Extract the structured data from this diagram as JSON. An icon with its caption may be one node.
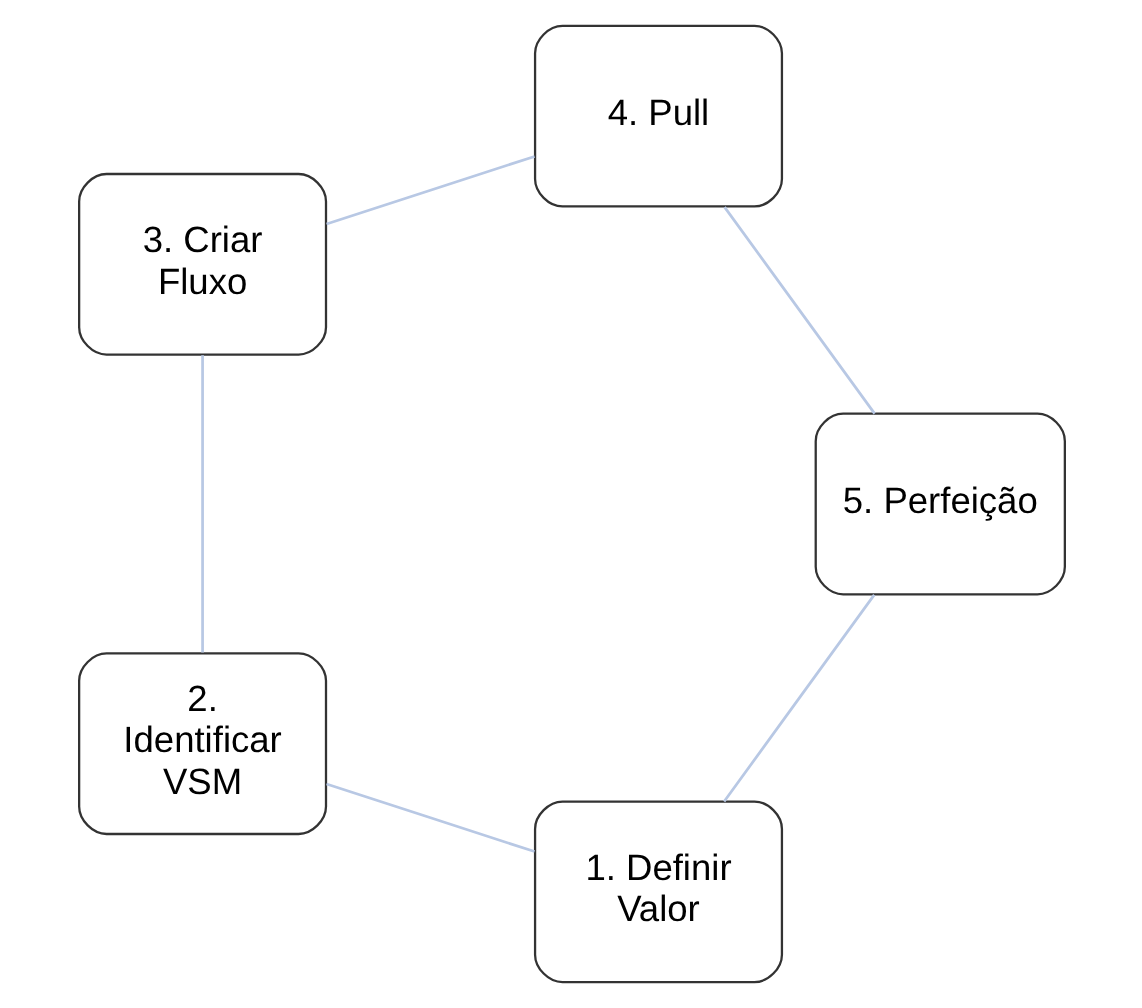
{
  "diagram": {
    "nodes": [
      {
        "text": [
          "1. Definir Valor"
        ]
      },
      {
        "text": [
          "2. Identificar VSM"
        ]
      },
      {
        "text": [
          "3. Criar Fluxo"
        ]
      },
      {
        "text": [
          "4. Pull"
        ]
      },
      {
        "text": [
          "5. Perfeição"
        ]
      }
    ],
    "edges": [
      {
        "from": 0,
        "to": 1,
        "arrow": "none"
      },
      {
        "from": 1,
        "to": 2,
        "arrow": "none"
      },
      {
        "from": 2,
        "to": 3,
        "arrow": "none"
      },
      {
        "from": 3,
        "to": 4,
        "arrow": "none"
      },
      {
        "from": 4,
        "to": 0,
        "arrow": "none"
      }
    ]
  }
}
